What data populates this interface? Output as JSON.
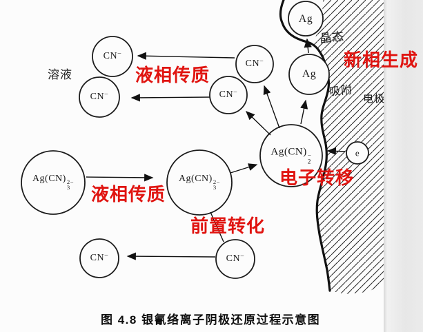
{
  "figure": {
    "caption": "图 4.8  银氰络离子阴极还原过程示意图"
  },
  "labels": {
    "solution": "溶液",
    "crystal_state": "晶态",
    "adsorption": "吸附",
    "electrode": "电极",
    "new_phase_formation": "新相生成",
    "liquid_mass_transfer_top": "液相传质",
    "liquid_mass_transfer_bottom": "液相传质",
    "pre_conversion": "前置转化",
    "electron_transfer": "电子转移"
  },
  "ions": {
    "cyanide": {
      "base": "CN",
      "sup": "−"
    },
    "silver": "Ag",
    "electron": "e",
    "silver_cyanide_3": {
      "base": "Ag(CN)",
      "sup": "2−",
      "sub": "3"
    },
    "silver_cyanide_2": {
      "base": "Ag(CN)",
      "sup": "−",
      "sub": "2"
    }
  },
  "colors": {
    "annotation_red": "#e01410",
    "ink_black": "#1a1a1a",
    "page_edge_gray": "#e8e8e8"
  }
}
